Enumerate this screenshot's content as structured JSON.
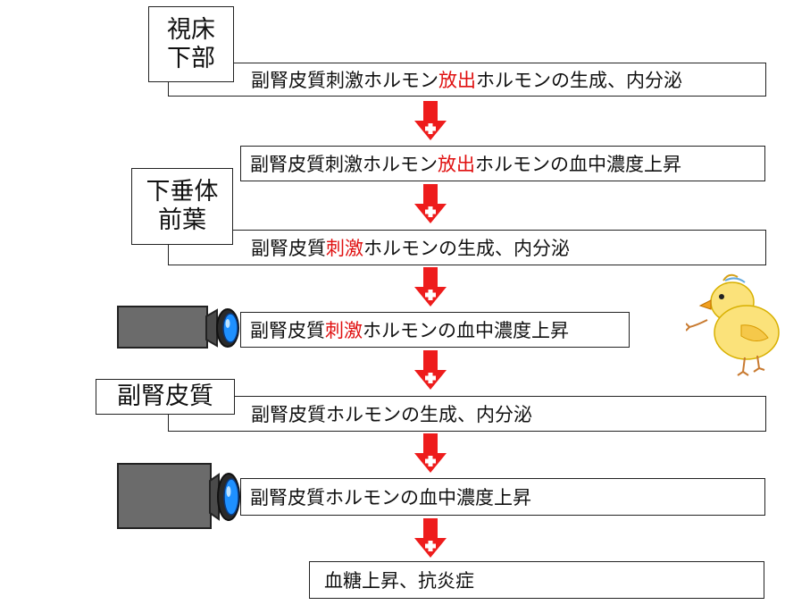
{
  "colors": {
    "arrow": "#ee1c1c",
    "highlight": "#e01010",
    "camera_body": "#6b6b6b",
    "lens": "#1e90ff"
  },
  "organs": {
    "hypothalamus": {
      "line1": "視床",
      "line2": "下部"
    },
    "anterior_pituitary": {
      "line1": "下垂体",
      "line2": "前葉"
    },
    "adrenal_cortex": {
      "line1": "副腎皮質"
    }
  },
  "steps": [
    {
      "pre": "副腎皮質刺激ホルモン",
      "hl": "放出",
      "post": "ホルモンの生成、内分泌"
    },
    {
      "pre": "副腎皮質刺激ホルモン",
      "hl": "放出",
      "post": "ホルモンの血中濃度上昇"
    },
    {
      "pre": "副腎皮質",
      "hl": "刺激",
      "post": "ホルモンの生成、内分泌"
    },
    {
      "pre": "副腎皮質",
      "hl": "刺激",
      "post": "ホルモンの血中濃度上昇"
    },
    {
      "pre": "副腎皮質ホルモンの生成、内分泌",
      "hl": "",
      "post": ""
    },
    {
      "pre": "副腎皮質ホルモンの血中濃度上昇",
      "hl": "",
      "post": ""
    },
    {
      "pre": "血糖上昇、抗炎症",
      "hl": "",
      "post": ""
    }
  ],
  "icons": {
    "arrow": "down-arrow-icon",
    "camera": "camera-icon",
    "chick": "chick-icon"
  }
}
